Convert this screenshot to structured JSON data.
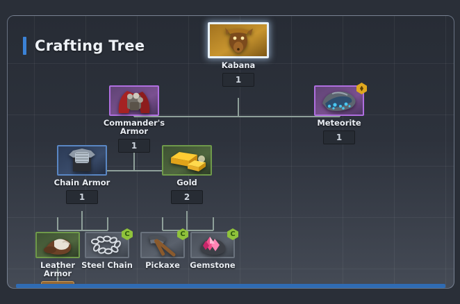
{
  "panel": {
    "title": "Crafting Tree",
    "accent_color": "#3b82d6",
    "bottom_bar_color": "#2f6bb3"
  },
  "tree": {
    "nodes": [
      {
        "id": "kabana",
        "label": "Kabana",
        "qty": "1",
        "rarity": "legendary",
        "icon": "beast-head-icon",
        "badge": null
      },
      {
        "id": "commanders-armor",
        "label": "Commander's Armor",
        "qty": "1",
        "rarity": "epic",
        "icon": "red-cape-armor-icon",
        "badge": null
      },
      {
        "id": "meteorite",
        "label": "Meteorite",
        "qty": "1",
        "rarity": "epic",
        "icon": "meteorite-rock-icon",
        "badge": "gold-diamond"
      },
      {
        "id": "chain-armor",
        "label": "Chain Armor",
        "qty": "1",
        "rarity": "rare",
        "icon": "chainmail-shirt-icon",
        "badge": null
      },
      {
        "id": "gold",
        "label": "Gold",
        "qty": "2",
        "rarity": "uncommon",
        "icon": "gold-bars-icon",
        "badge": null
      },
      {
        "id": "leather-armor",
        "label": "Leather Armor",
        "qty": "",
        "rarity": "uncommon",
        "icon": "leather-hide-icon",
        "badge": null
      },
      {
        "id": "steel-chain",
        "label": "Steel Chain",
        "qty": "",
        "rarity": "common",
        "icon": "steel-chain-icon",
        "badge": "coin-c"
      },
      {
        "id": "pickaxe",
        "label": "Pickaxe",
        "qty": "",
        "rarity": "common",
        "icon": "pickaxe-icon",
        "badge": "coin-c"
      },
      {
        "id": "gemstone",
        "label": "Gemstone",
        "qty": "",
        "rarity": "common",
        "icon": "gemstone-icon",
        "badge": "coin-c"
      }
    ],
    "expand_button": {
      "name": "expand-leather-armor-button",
      "glyph": "chevron-down-icon"
    },
    "badge_coin_letter": "C",
    "connector_color": "#8fa09a"
  }
}
